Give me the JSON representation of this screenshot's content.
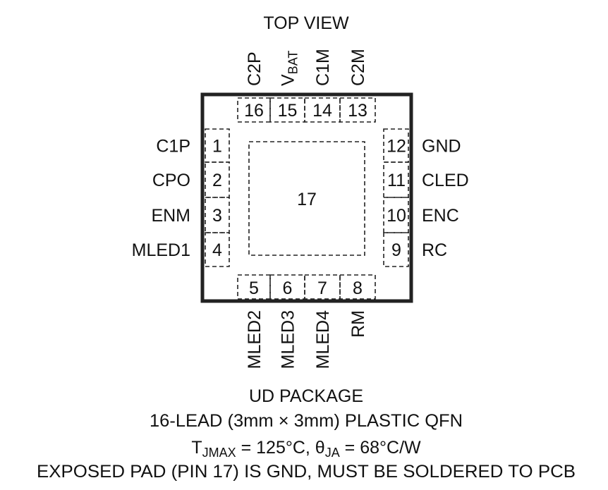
{
  "title": "TOP VIEW",
  "top_pins": [
    {
      "num": "16",
      "name": "C2P"
    },
    {
      "num": "15",
      "name": "V",
      "sub": "BAT"
    },
    {
      "num": "14",
      "name": "C1M"
    },
    {
      "num": "13",
      "name": "C2M"
    }
  ],
  "left_pins": [
    {
      "num": "1",
      "name": "C1P"
    },
    {
      "num": "2",
      "name": "CPO"
    },
    {
      "num": "3",
      "name": "ENM"
    },
    {
      "num": "4",
      "name": "MLED1"
    }
  ],
  "right_pins": [
    {
      "num": "12",
      "name": "GND"
    },
    {
      "num": "11",
      "name": "CLED"
    },
    {
      "num": "10",
      "name": "ENC"
    },
    {
      "num": "9",
      "name": "RC"
    }
  ],
  "bottom_pins": [
    {
      "num": "5",
      "name": "MLED2"
    },
    {
      "num": "6",
      "name": "MLED3"
    },
    {
      "num": "7",
      "name": "MLED4"
    },
    {
      "num": "8",
      "name": "RM"
    }
  ],
  "exposed_pad": "17",
  "caption": {
    "package": "UD PACKAGE",
    "lead": "16-LEAD (3mm × 3mm) PLASTIC QFN",
    "t_sym": "T",
    "t_sub": "JMAX",
    "t_rest": " = 125°C, θ",
    "theta_sub": "JA",
    "theta_rest": " = 68°C/W",
    "note": "EXPOSED PAD (PIN 17) IS GND, MUST BE SOLDERED TO PCB"
  }
}
